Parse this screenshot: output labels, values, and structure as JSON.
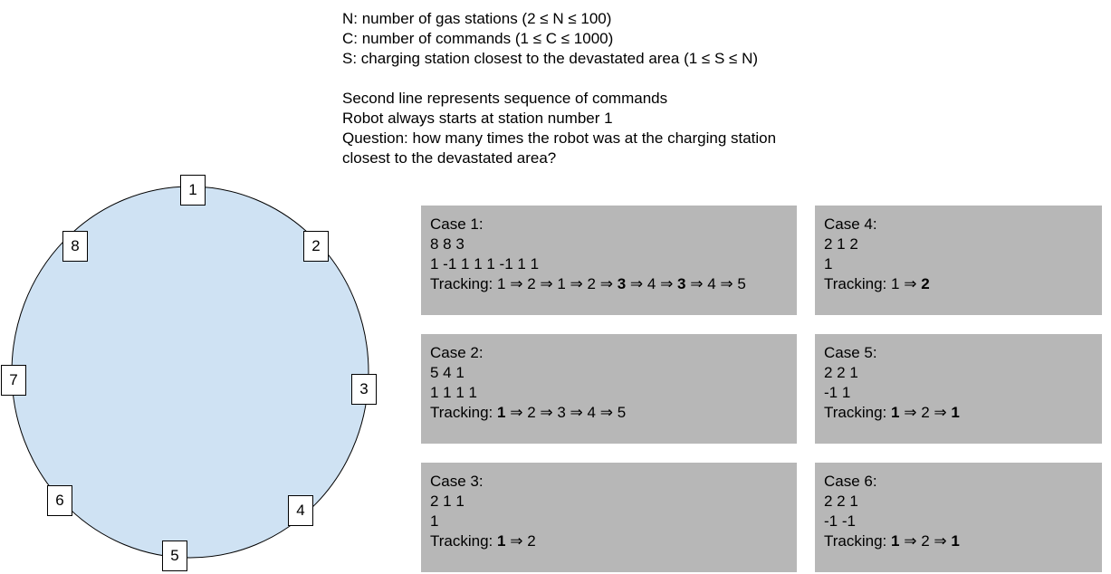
{
  "description": {
    "lines": [
      "N: number of gas stations (2 ≤ N ≤ 100)",
      "C: number of commands (1 ≤ C ≤ 1000)",
      "S: charging station closest to the devastated area (1 ≤ S ≤ N)",
      "",
      "Second line represents sequence of commands",
      "Robot always starts at station number 1",
      "Question: how many times the robot was at the charging station",
      "closest to the devastated area?"
    ]
  },
  "diagram": {
    "circle_fill": "#cfe2f3",
    "stations": [
      "1",
      "2",
      "3",
      "4",
      "5",
      "6",
      "7",
      "8"
    ]
  },
  "cases": [
    {
      "title": "Case 1:",
      "params": "8 8 3",
      "commands": "1 -1 1 1 1 -1 1 1",
      "tracking_label": "Tracking:",
      "path": [
        "1",
        "2",
        "1",
        "2",
        "3",
        "4",
        "3",
        "4",
        "5"
      ],
      "bold": [
        false,
        false,
        false,
        false,
        true,
        false,
        true,
        false,
        false
      ]
    },
    {
      "title": "Case 2:",
      "params": "5 4 1",
      "commands": "1 1 1 1",
      "tracking_label": "Tracking:",
      "path": [
        "1",
        "2",
        "3",
        "4",
        "5"
      ],
      "bold": [
        true,
        false,
        false,
        false,
        false
      ]
    },
    {
      "title": "Case 3:",
      "params": "2 1 1",
      "commands": "1",
      "tracking_label": "Tracking:",
      "path": [
        "1",
        "2"
      ],
      "bold": [
        true,
        false
      ]
    },
    {
      "title": "Case 4:",
      "params": "2 1 2",
      "commands": "1",
      "tracking_label": "Tracking:",
      "path": [
        "1",
        "2"
      ],
      "bold": [
        false,
        true
      ]
    },
    {
      "title": "Case 5:",
      "params": "2 2 1",
      "commands": "-1 1",
      "tracking_label": "Tracking:",
      "path": [
        "1",
        "2",
        "1"
      ],
      "bold": [
        true,
        false,
        true
      ]
    },
    {
      "title": "Case 6:",
      "params": "2 2 1",
      "commands": "-1 -1",
      "tracking_label": "Tracking:",
      "path": [
        "1",
        "2",
        "1"
      ],
      "bold": [
        true,
        false,
        true
      ]
    }
  ],
  "arrow_glyph": "⇒",
  "case_bg": "#b7b7b7"
}
